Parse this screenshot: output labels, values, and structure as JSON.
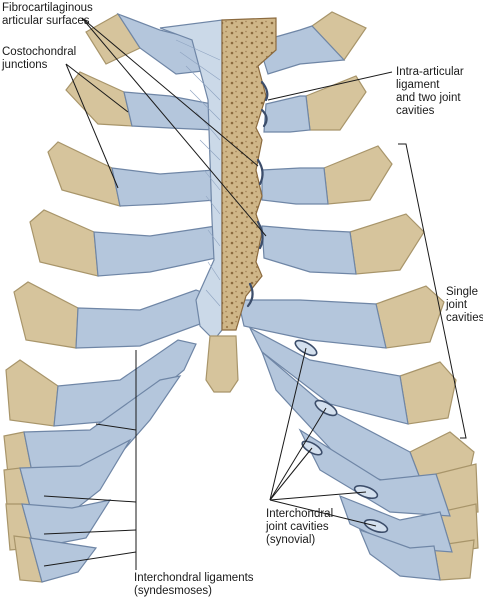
{
  "colors": {
    "bone": "#d6c49c",
    "bone_edge": "#a8956a",
    "cartilage": "#b4c6dc",
    "cartilage_edge": "#6f86a6",
    "cartilage_light": "#d4e0ee",
    "sternum": "#c7ad7d",
    "sternum_spot": "#8b6a3e",
    "cavity": "#3c4d6a",
    "leader": "#1a1a1a"
  },
  "labels": {
    "fibrocartilaginous": [
      "Fibrocartilaginous",
      "articular surfaces"
    ],
    "costochondral": [
      "Costochondral",
      "junctions"
    ],
    "intra_articular": [
      "Intra-articular",
      "ligament",
      "and two joint",
      "cavities"
    ],
    "single_joint": [
      "Single",
      "joint",
      "cavities"
    ],
    "interchondral_cavities": [
      "Interchondral",
      "joint cavities",
      "(synovial)"
    ],
    "interchondral_ligaments": [
      "Interchondral ligaments",
      "(syndesmoses)"
    ]
  }
}
